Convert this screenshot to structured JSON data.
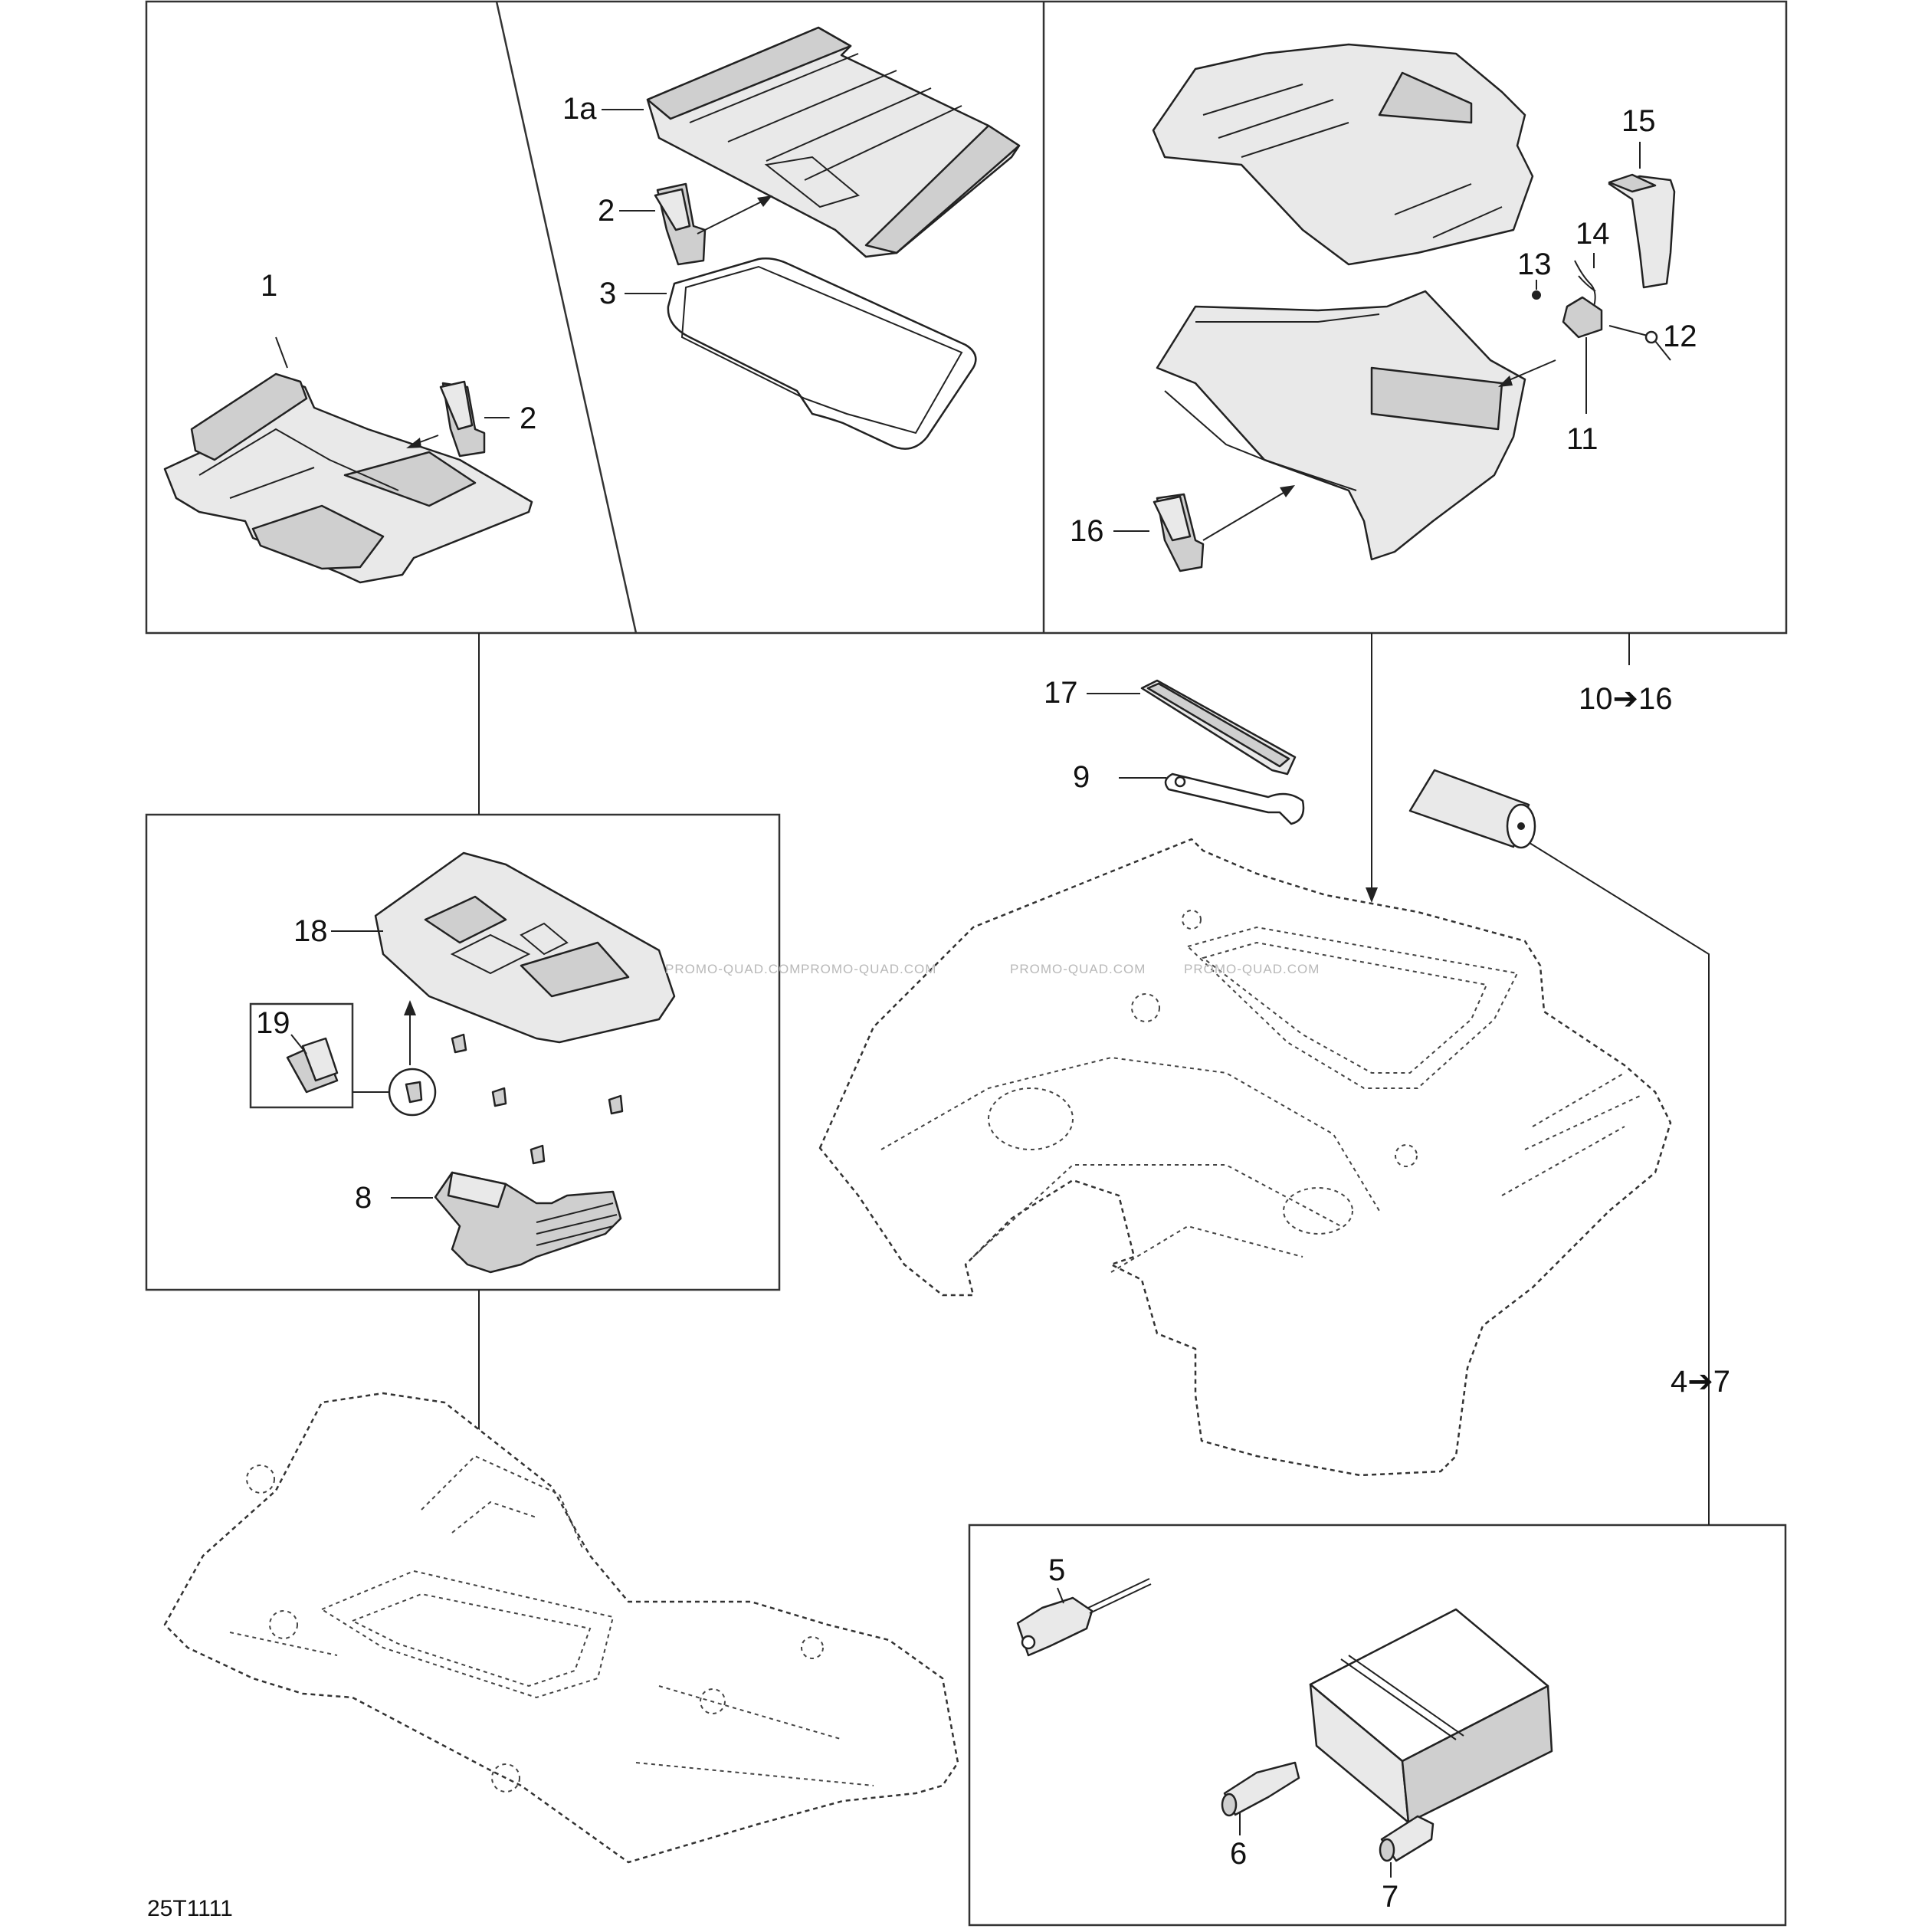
{
  "callouts": {
    "c1a": "1a",
    "c2a": "2",
    "c3": "3",
    "c1": "1",
    "c2b": "2",
    "c15": "15",
    "c14": "14",
    "c13": "13",
    "c12": "12",
    "c11": "11",
    "c16": "16",
    "c10_16": "10➔16",
    "c17": "17",
    "c9": "9",
    "c18": "18",
    "c19": "19",
    "c8": "8",
    "c4_7": "4➔7",
    "c5": "5",
    "c6": "6",
    "c7": "7"
  },
  "watermark": [
    "PROMO-QUAD.COM",
    "PROMO-QUAD.COM",
    "PROMO-QUAD.COM",
    "PROMO-QUAD.COM"
  ],
  "figure_code": "25T1111"
}
